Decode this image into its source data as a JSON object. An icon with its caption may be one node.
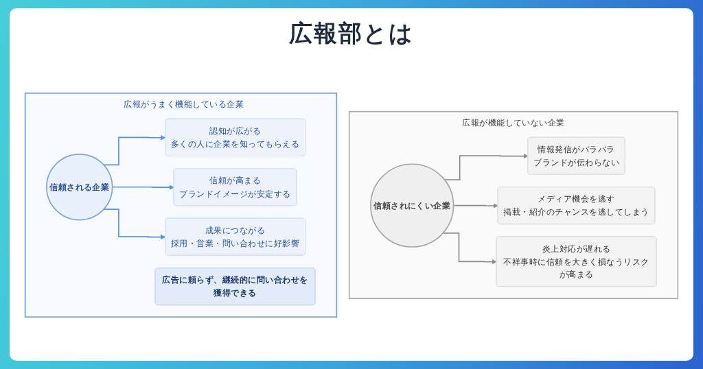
{
  "diagram": {
    "title": "広報部とは",
    "nodes": [
      {
        "text": [
          "広報がうまく機能している企業"
        ]
      },
      {
        "text": [
          "信頼される企業"
        ],
        "in": 0
      },
      {
        "text": [
          "認知が広がる",
          "多くの人に企業を知ってもらえる"
        ],
        "in": 0
      },
      {
        "text": [
          "信頼が高まる",
          "ブランドイメージが安定する"
        ],
        "in": 0
      },
      {
        "text": [
          "成果につながる",
          "採用・営業・問い合わせに好影響"
        ],
        "in": 0
      },
      {
        "text": [
          "広告に頼らず、継続的に問い合わせを獲得できる"
        ],
        "in": 0
      },
      {
        "text": [
          "広報が機能していない企業"
        ]
      },
      {
        "text": [
          "信頼されにくい企業"
        ],
        "in": 6
      },
      {
        "text": [
          "情報発信がバラバラ",
          "ブランドが伝わらない"
        ],
        "in": 6
      },
      {
        "text": [
          "メディア機会を逃す",
          "掲載・紹介のチャンスを逃してしまう"
        ],
        "in": 6
      },
      {
        "text": [
          "炎上対応が遅れる",
          "不祥事時に信頼を大きく損なうリスクが高まる"
        ],
        "in": 6
      }
    ],
    "edges": [
      {
        "from": 1,
        "to": 2,
        "arrow": "to",
        "color": "#5b8ee0"
      },
      {
        "from": 1,
        "to": 3,
        "arrow": "to",
        "color": "#5b8ee0"
      },
      {
        "from": 1,
        "to": 4,
        "arrow": "to",
        "color": "#5b8ee0"
      },
      {
        "from": 7,
        "to": 8,
        "arrow": "to",
        "color": "#8c8c8c"
      },
      {
        "from": 7,
        "to": 9,
        "arrow": "to",
        "color": "#8c8c8c"
      },
      {
        "from": 7,
        "to": 10,
        "arrow": "to",
        "color": "#8c8c8c"
      }
    ]
  }
}
